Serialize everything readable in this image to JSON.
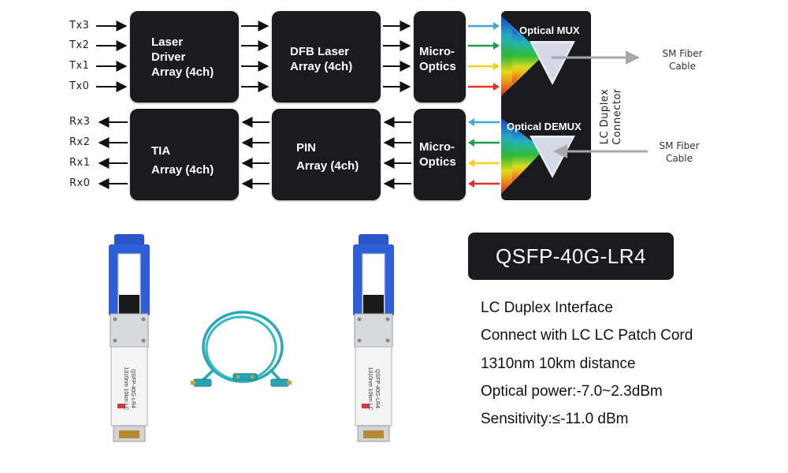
{
  "tx_labels": [
    "Tx3",
    "Tx2",
    "Tx1",
    "Tx0"
  ],
  "rx_labels": [
    "Rx3",
    "Rx2",
    "Rx1",
    "Rx0"
  ],
  "blocks": {
    "laser_driver": [
      "Laser",
      "Driver",
      "Array (4ch)"
    ],
    "dfb": [
      "DFB Laser",
      "Array (4ch)"
    ],
    "micro_optics_tx": [
      "Micro-",
      "Optics"
    ],
    "tia": [
      "TIA",
      "Array (4ch)"
    ],
    "pin": [
      "PIN",
      "Array (4ch)"
    ],
    "micro_optics_rx": [
      "Micro-",
      "Optics"
    ],
    "optical_mux": "Optical MUX",
    "optical_demux": "Optical DEMUX"
  },
  "connector_label": [
    "LC Duplex",
    "Connector"
  ],
  "cable_labels": {
    "tx": [
      "SM Fiber",
      "Cable"
    ],
    "rx": [
      "SM Fiber",
      "Cable"
    ]
  },
  "channel_colors": [
    "#3aa9d8",
    "#1e9e4a",
    "#f2d21b",
    "#e0322b"
  ],
  "model": "QSFP-40G-LR4",
  "specs": [
    "LC Duplex Interface",
    "Connect with LC LC Patch Cord",
    "1310nm 10km distance",
    "Optical power:-7.0~2.3dBm",
    "Sensitivity:≤-11.0 dBm"
  ],
  "module_labels": {
    "left": [
      "QSFP-40G-LR4",
      "1310nm 10km LC"
    ],
    "right": [
      "QSFP-40G-LR4",
      "1310nm 10km LC"
    ]
  }
}
